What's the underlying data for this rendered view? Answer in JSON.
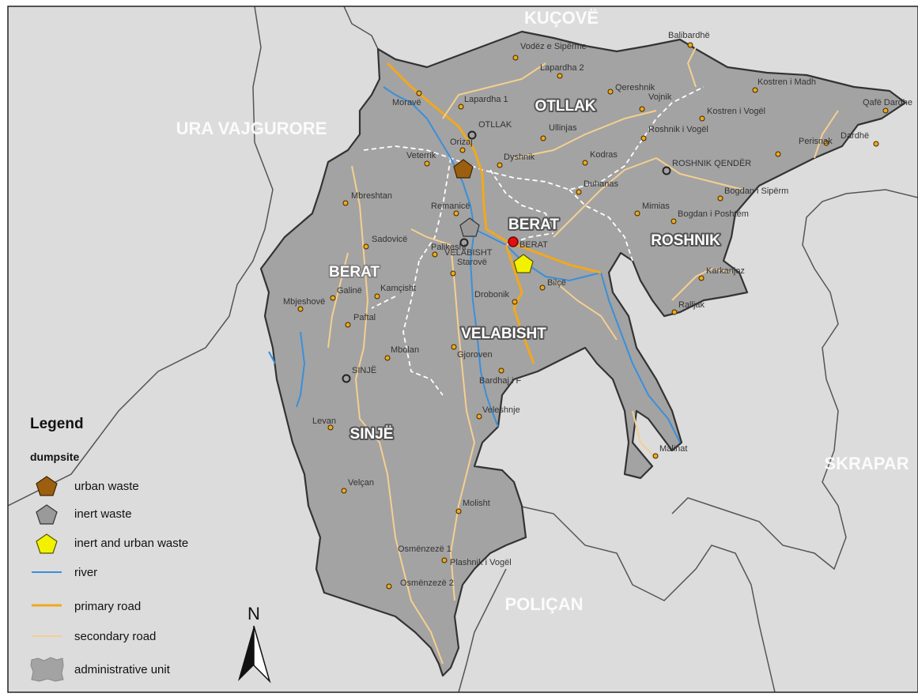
{
  "colors": {
    "neighbor_fill": "#dcdcdc",
    "unit_fill": "#a3a3a3",
    "border": "#333333",
    "river": "#3a8fd9",
    "primary_road": "#f2a81d",
    "secondary_road": "#f5cf8f",
    "internal_boundary": "#ffffff",
    "urban_waste": "#9c5f10",
    "inert_waste": "#9a9a9a",
    "inert_urban_waste": "#f2f200",
    "settlement": "#f2a81d",
    "center_red": "#e01010"
  },
  "regions": {
    "kucove": "KUÇOVË",
    "ura_vajgurore": "URA VAJGURORE",
    "skrapar": "SKRAPAR",
    "polican": "POLIÇAN"
  },
  "units": {
    "otllak": "OTLLAK",
    "berat_center": "BERAT",
    "berat_west": "BERAT",
    "roshnik": "ROSHNIK",
    "velabisht": "VELABISHT",
    "sinje": "SINJË"
  },
  "settlements": {
    "vodez": "Vodëz e Sipërme",
    "lapardha2": "Lapardha 2",
    "balibardhe": "Balibardhë",
    "qereshnik": "Qereshnik",
    "kostren_madh": "Kostren i Madh",
    "morave": "Moravë",
    "lapardha1": "Lapardha 1",
    "vojnik": "Vojnik",
    "kostren_vogel": "Kostren i Vogël",
    "qafe_dardhe": "Qafë Dardhe",
    "otllak": "OTLLAK",
    "ullinjas": "Ullinjas",
    "roshnik_vogel": "Roshnik i Vogël",
    "orizaj": "Orizaj",
    "perisnak": "Perisnak",
    "dardhe": "Dardhë",
    "veterrik": "Veterrik",
    "dyshnik": "Dyshnik",
    "kodras": "Kodras",
    "roshnik_qender": "ROSHNIK QENDËR",
    "duhanas": "Duhanas",
    "mbreshtan": "Mbreshtan",
    "bogdan_siperm": "Bogdan i Sipërm",
    "remanice": "Remanicë",
    "mimias": "Mimias",
    "bogdan_poshtem": "Bogdan i Poshtëm",
    "sadovice": "Sadovicë",
    "palikesht": "Palikesht",
    "berat": "BERAT",
    "velabisht": "VELABISHT",
    "starove": "Starovë",
    "galine": "Galinë",
    "kamcisht": "Kamçisht",
    "bilce": "Bilçë",
    "karkanjoz": "Karkanjoz",
    "mbjeshove": "Mbjeshovë",
    "drobonik": "Drobonik",
    "ralljak": "Ralljak",
    "paftal": "Paftal",
    "mbolan": "Mbolan",
    "gjoroven": "Gjoroven",
    "sinje": "SINJË",
    "bardhaj": "Bardhaj i F",
    "veleshnje": "Veleshnje",
    "levan": "Levan",
    "malinat": "Malinat",
    "velcan": "Velçan",
    "molisht": "Molisht",
    "osmenzeze1": "Osmënzezë 1",
    "plashnik": "Plashnik i Vogël",
    "osmenzeze2": "Osmënzezë 2"
  },
  "legend": {
    "title": "Legend",
    "subtitle": "dumpsite",
    "urban_waste": "urban waste",
    "inert_waste": "inert waste",
    "inert_urban_waste": "inert and urban waste",
    "river": "river",
    "primary_road": "primary road",
    "secondary_road": "secondary road",
    "admin_unit": "administrative unit"
  },
  "north_label": "N"
}
